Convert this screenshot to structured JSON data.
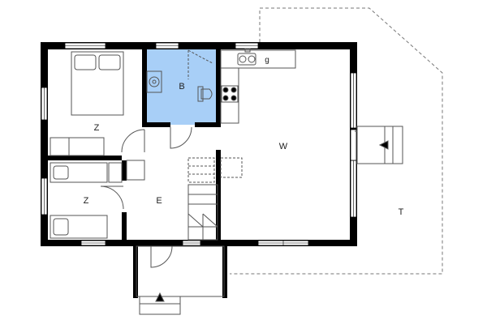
{
  "colors": {
    "wall": "#000000",
    "line": "#555555",
    "bathroom_fill": "#a8cff7",
    "window": "#ffffff",
    "background": "#ffffff"
  },
  "rooms": {
    "bedroom_upper": "Z",
    "bedroom_lower": "Z",
    "bathroom": "B",
    "living": "W",
    "entrance": "E",
    "terrace": "T"
  },
  "fixtures": {
    "kitchen_sink_letter": "g"
  },
  "icons": {
    "door_arrow": "arrow-icon",
    "window": "window-icon"
  }
}
